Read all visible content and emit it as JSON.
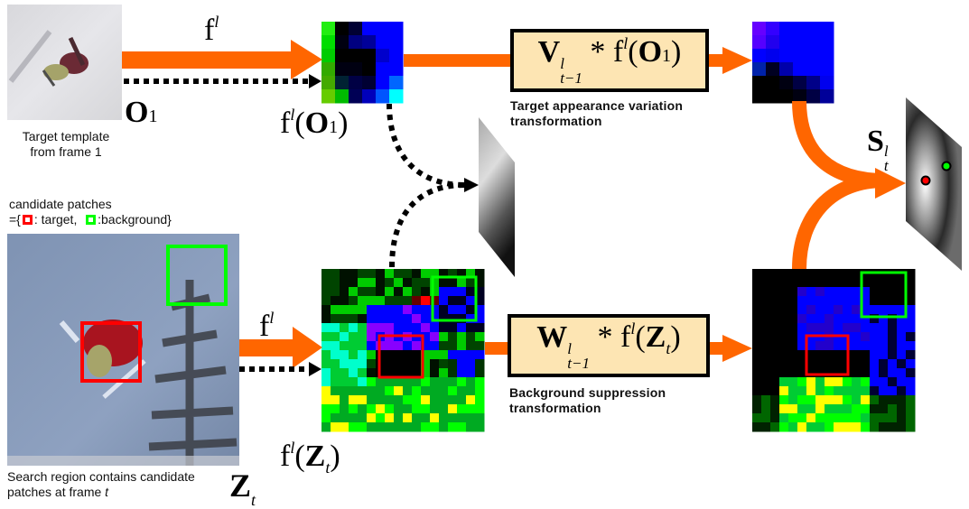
{
  "colors": {
    "arrow_orange": "#ff6600",
    "target_box": "#ff0000",
    "background_box": "#00ff00",
    "formula_fill": "#fde5b3",
    "formula_border": "#000000",
    "dotted_arrow": "#000000"
  },
  "template": {
    "caption_line1": "Target template",
    "caption_line2": "from frame 1",
    "symbol": "O",
    "symbol_sub": "1"
  },
  "search": {
    "legend_line1": "candidate patches",
    "legend_prefix": "={",
    "legend_target": ": target,",
    "legend_background": ":background}",
    "caption_line1": "Search region contains candidate",
    "caption_line2_prefix": "patches at frame ",
    "caption_line2_var": "t",
    "symbol": "Z",
    "symbol_sub": "t"
  },
  "arrows": {
    "feature_op": "f",
    "feature_sup": "l"
  },
  "feature_maps": {
    "template_label": {
      "f": "f",
      "sup": "l",
      "open": "(",
      "sym": "O",
      "sub": "1",
      "close": ")"
    },
    "search_label": {
      "f": "f",
      "sup": "l",
      "open": "(",
      "sym": "Z",
      "sub": "t",
      "close": ")"
    }
  },
  "transforms": {
    "appearance": {
      "op": "V",
      "op_sup": "l",
      "op_sub": "t−1",
      "star": "*",
      "f": "f",
      "f_sup": "l",
      "arg": "O",
      "arg_sub": "1",
      "caption_line1": "Target appearance variation",
      "caption_line2": "transformation"
    },
    "background": {
      "op": "W",
      "op_sup": "l",
      "op_sub": "t−1",
      "star": "*",
      "f": "f",
      "f_sup": "l",
      "arg": "Z",
      "arg_sub": "t",
      "caption_line1": "Background suppression",
      "caption_line2": "transformation"
    }
  },
  "response": {
    "symbol": "S",
    "sup": "l",
    "sub": "t",
    "marker_target": "target-peak",
    "marker_background": "background-peak"
  }
}
